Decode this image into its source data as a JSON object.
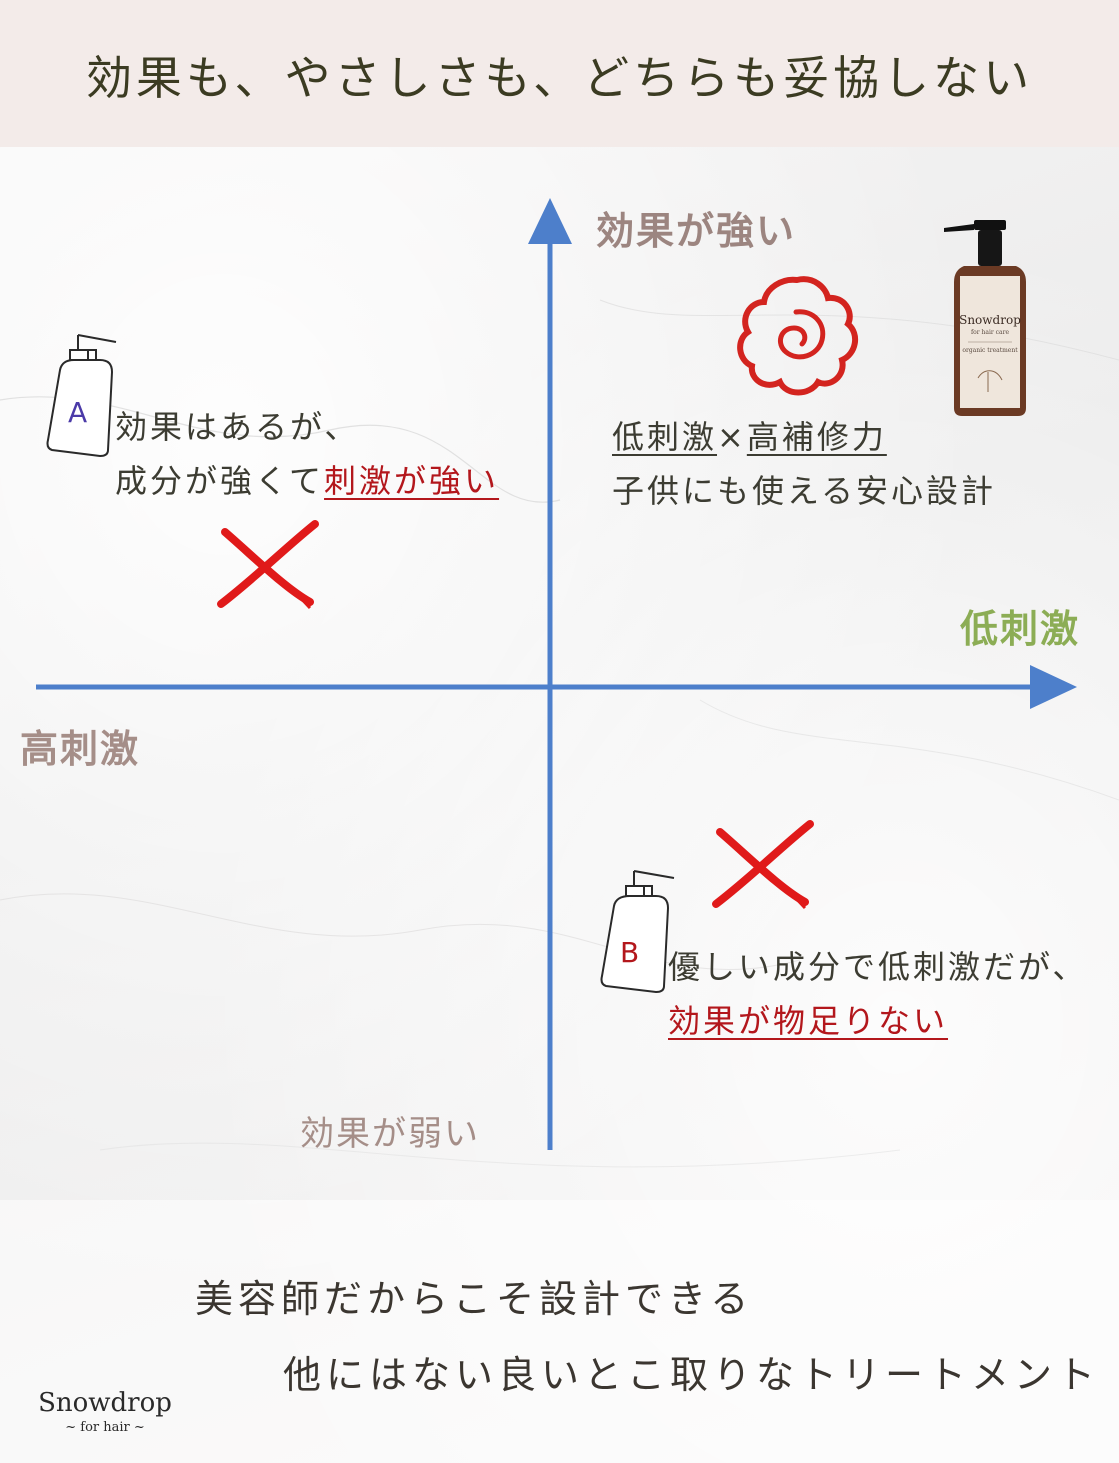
{
  "header": {
    "title": "効果も、やさしさも、どちらも妥協しない"
  },
  "axes": {
    "top": "効果が強い",
    "bottom": "効果が弱い",
    "left": "高刺激",
    "right": "低刺激"
  },
  "quadrant_a": {
    "bottle_letter": "A",
    "line1": "効果はあるが、",
    "line2_plain": "成分が強くて",
    "line2_highlight": "刺激が強い",
    "verdict": "cross"
  },
  "quadrant_product": {
    "line1_a": "低刺激",
    "line1_sep": "×",
    "line1_b": "高補修力",
    "line2": "子供にも使える安心設計",
    "verdict": "double-circle",
    "product": {
      "name": "Snowdrop",
      "sub": "for hair care",
      "type": "organic treatment"
    }
  },
  "quadrant_b": {
    "bottle_letter": "B",
    "line1": "優しい成分で低刺激だが、",
    "line2_highlight": "効果が物足りない",
    "verdict": "cross"
  },
  "footer": {
    "line1": "美容師だからこそ設計できる",
    "line2": "他にはない良いとこ取りなトリートメント"
  },
  "brand": {
    "name": "Snowdrop",
    "sub": "~ for hair ~"
  },
  "colors": {
    "axis": "#4d7fcb",
    "cross": "#e01a1a",
    "highlight_red": "#b3171c",
    "low_irritation_green": "#8cad55"
  }
}
